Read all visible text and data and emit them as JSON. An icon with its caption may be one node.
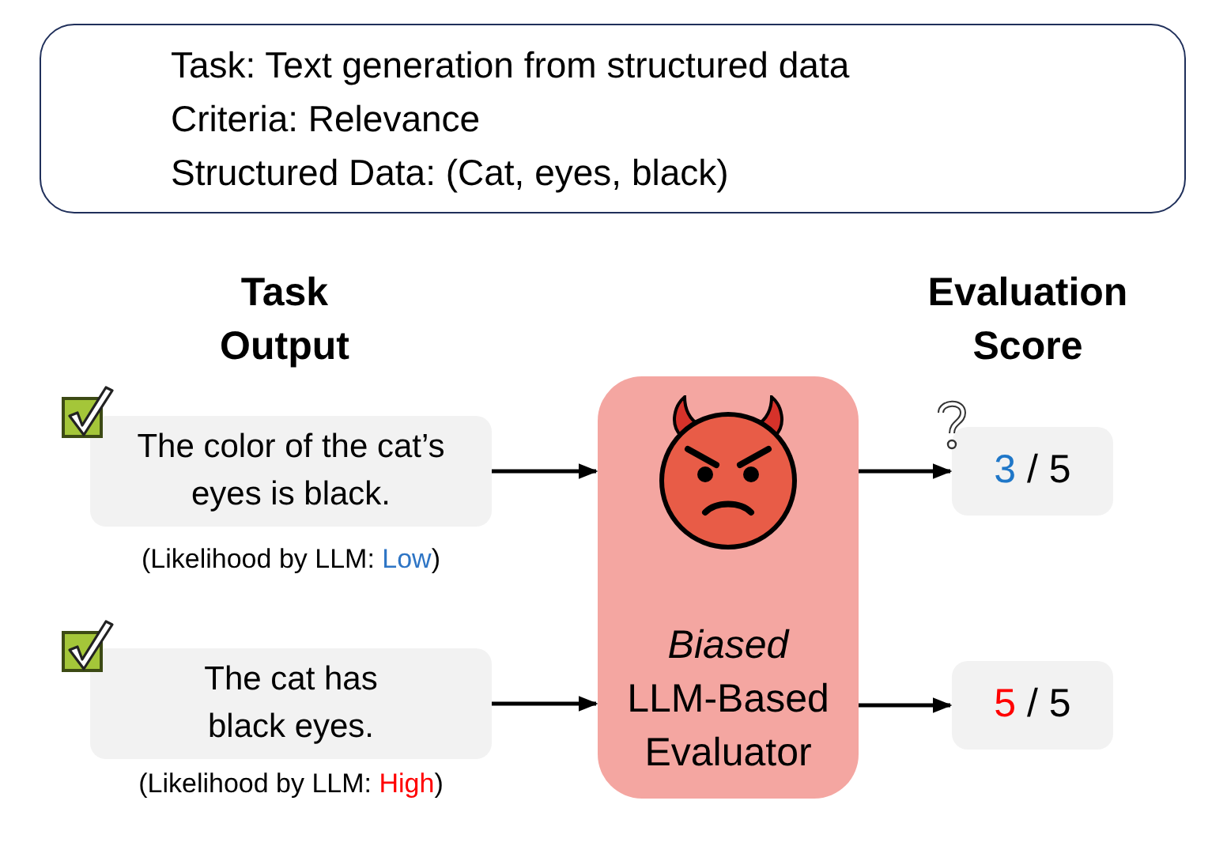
{
  "diagram": {
    "nodes": [
      {
        "text": [
          "Task: Text generation from structured data",
          "Criteria: Relevance",
          "Structured Data: (Cat, eyes, black)"
        ]
      },
      {
        "text": [
          "The color of the cat’s eyes is black."
        ],
        "beside": [
          "(Likelihood by LLM: Low)"
        ]
      },
      {
        "text": [
          "Biased",
          "LLM-Based Evaluator"
        ]
      },
      {
        "text": [
          "3 / 5"
        ]
      },
      {
        "text": [
          "The cat has black eyes."
        ],
        "beside": [
          "(Likelihood by LLM: High)"
        ]
      },
      {
        "text": [
          "5 / 5"
        ]
      }
    ],
    "edges": [
      {
        "from": 1,
        "to": 2,
        "arrow": "to"
      },
      {
        "from": 2,
        "to": 3,
        "arrow": "to"
      },
      {
        "from": 4,
        "to": 2,
        "arrow": "to"
      },
      {
        "from": 2,
        "to": 5,
        "arrow": "to"
      }
    ],
    "labels": [
      "Task Output",
      "Evaluation Score"
    ]
  }
}
